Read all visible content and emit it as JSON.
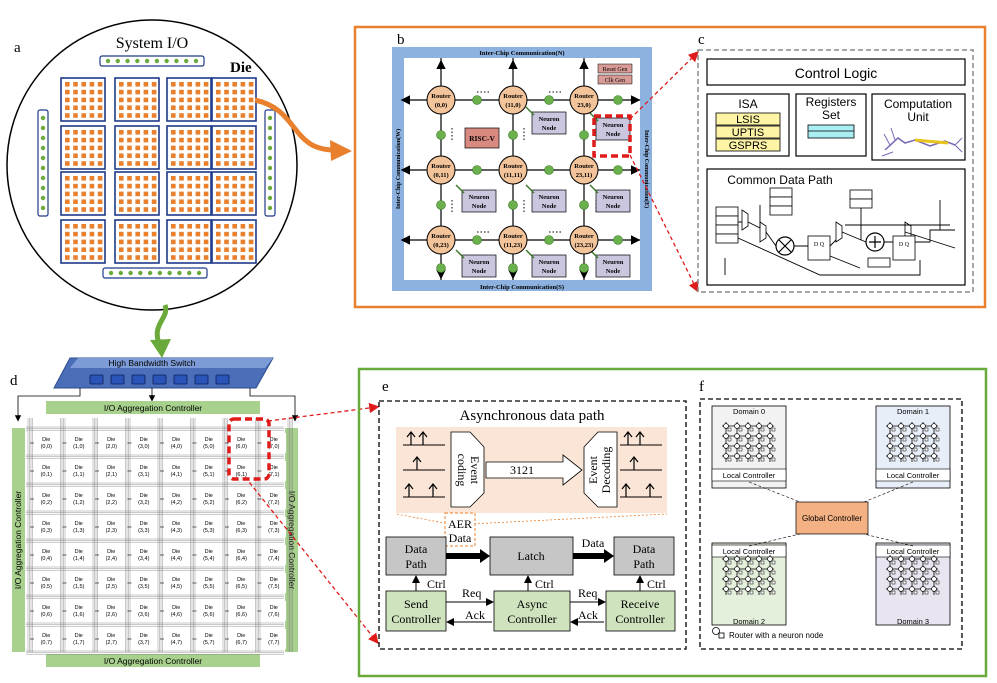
{
  "panels": {
    "a": "a",
    "b": "b",
    "c": "c",
    "d": "d",
    "e": "e",
    "f": "f"
  },
  "wafer": {
    "title": "System I/O",
    "die_label": "Die"
  },
  "noc": {
    "top": "Inter-Chip Communication(N)",
    "bottom": "Inter-Chip Communication(S)",
    "left": "Inter-Chip Communication(W)",
    "right": "Inter-Chip Communication(E)",
    "reset": "Reset Gen",
    "clk": "Clk Gen",
    "risc": "RISC-V",
    "neuron": "Neuron Node",
    "routers": [
      [
        "Router",
        "(0,0)"
      ],
      [
        "Router",
        "(11,0)"
      ],
      [
        "Router",
        "23,0)"
      ],
      [
        "Router",
        "(0,11)"
      ],
      [
        "Router",
        "(11,11)"
      ],
      [
        "Router",
        "23,11)"
      ],
      [
        "Router",
        "(0,23)"
      ],
      [
        "Router",
        "(11,23)"
      ],
      [
        "Router",
        "(23,23)"
      ]
    ]
  },
  "core": {
    "control": "Control Logic",
    "isa": "ISA",
    "isa_items": [
      "LSIS",
      "UPTIS",
      "GSPRS"
    ],
    "registers": [
      "Registers",
      "Set"
    ],
    "compute": [
      "Computation",
      "Unit"
    ],
    "datapath": "Common Data Path",
    "dq": "D  Q"
  },
  "system": {
    "switch": "High Bandwidth Switch",
    "agg": "I/O Aggregation Controller",
    "die_word": "Die"
  },
  "async": {
    "title": "Asynchronous data path",
    "enc": [
      "Event",
      "coding"
    ],
    "dec": [
      "Event",
      "Decoding"
    ],
    "num": "3121",
    "aer": [
      "AER",
      "Data"
    ],
    "dp1": [
      "Data",
      "Path"
    ],
    "latch": "Latch",
    "data": "Data",
    "dp2": [
      "Data",
      "Path"
    ],
    "send": [
      "Send",
      "Controller"
    ],
    "asyncc": [
      "Async",
      "Controller"
    ],
    "recv": [
      "Receive",
      "Controller"
    ],
    "ctrl": "Ctrl",
    "req": "Req",
    "ack": "Ack"
  },
  "domains": {
    "names": [
      "Domain 0",
      "Domain 1",
      "Domain 2",
      "Domain 3"
    ],
    "local": "Local Controller",
    "global": "Global Controller",
    "legend": "Router with a neuron node"
  },
  "colors": {
    "orange": "#e8802e",
    "green": "#6aaa3a",
    "blue": "#7fa6d9",
    "router": "#f3c49a",
    "neuron": "#c9c6de",
    "risc": "#d98a80",
    "isa": "#fdf4a6",
    "latch": "#c6c6c6",
    "ctrl": "#cfe3bf",
    "salmon": "#fbe5d6"
  }
}
